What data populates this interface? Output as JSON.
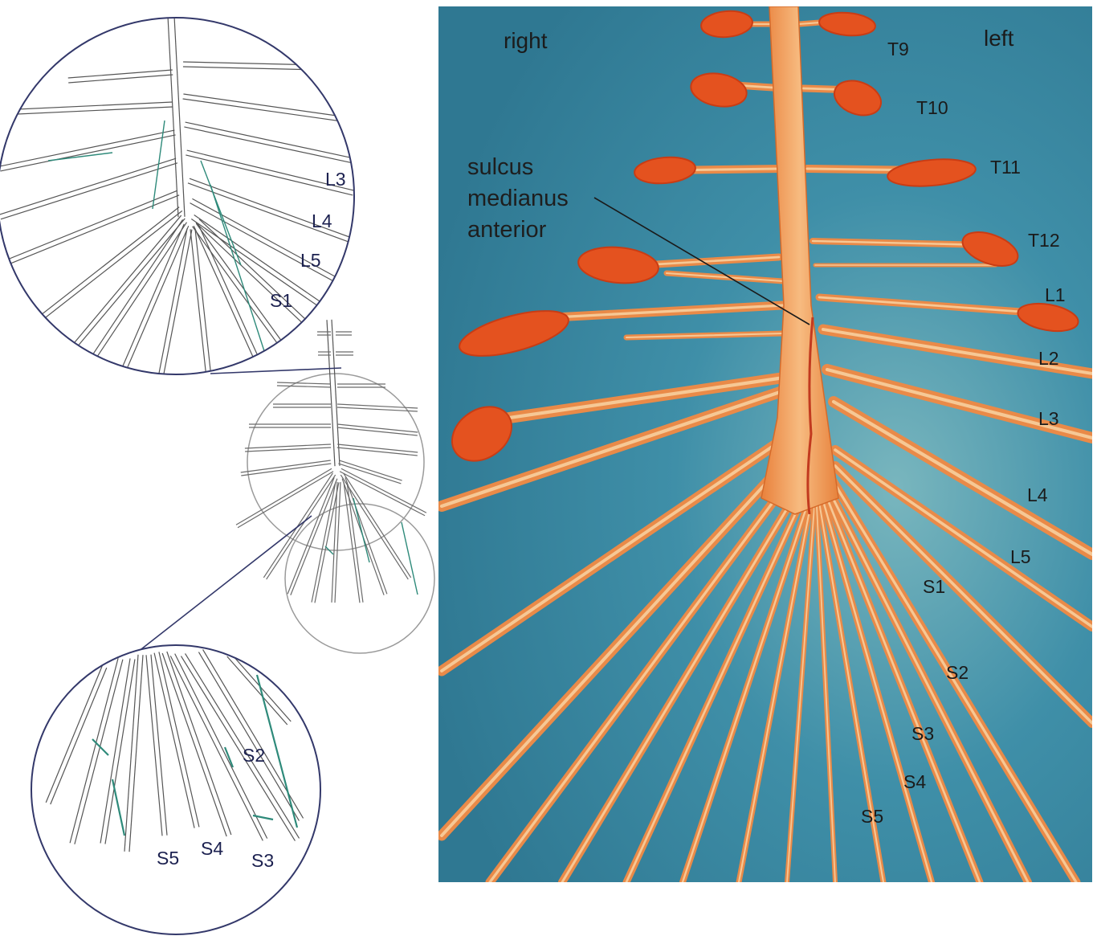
{
  "photo": {
    "side_right": "right",
    "side_left": "left",
    "annotation_lines": [
      "sulcus",
      "medianus",
      "anterior"
    ],
    "roots": [
      "T9",
      "T10",
      "T11",
      "T12",
      "L1",
      "L2",
      "L3",
      "L4",
      "L5",
      "S1",
      "S2",
      "S3",
      "S4",
      "S5"
    ]
  },
  "upper_zoom": {
    "roots": [
      "L3",
      "L4",
      "L5",
      "S1"
    ]
  },
  "lower_zoom": {
    "roots": [
      "S2",
      "S5",
      "S4",
      "S3"
    ]
  },
  "colors": {
    "background_blue": "#3f8fa8",
    "nerve_orange": "#e98a48",
    "ganglion_red": "#e4521f",
    "sketch_line": "#555555",
    "sketch_teal": "#2e8a7a",
    "circle_outline": "#33386a"
  }
}
